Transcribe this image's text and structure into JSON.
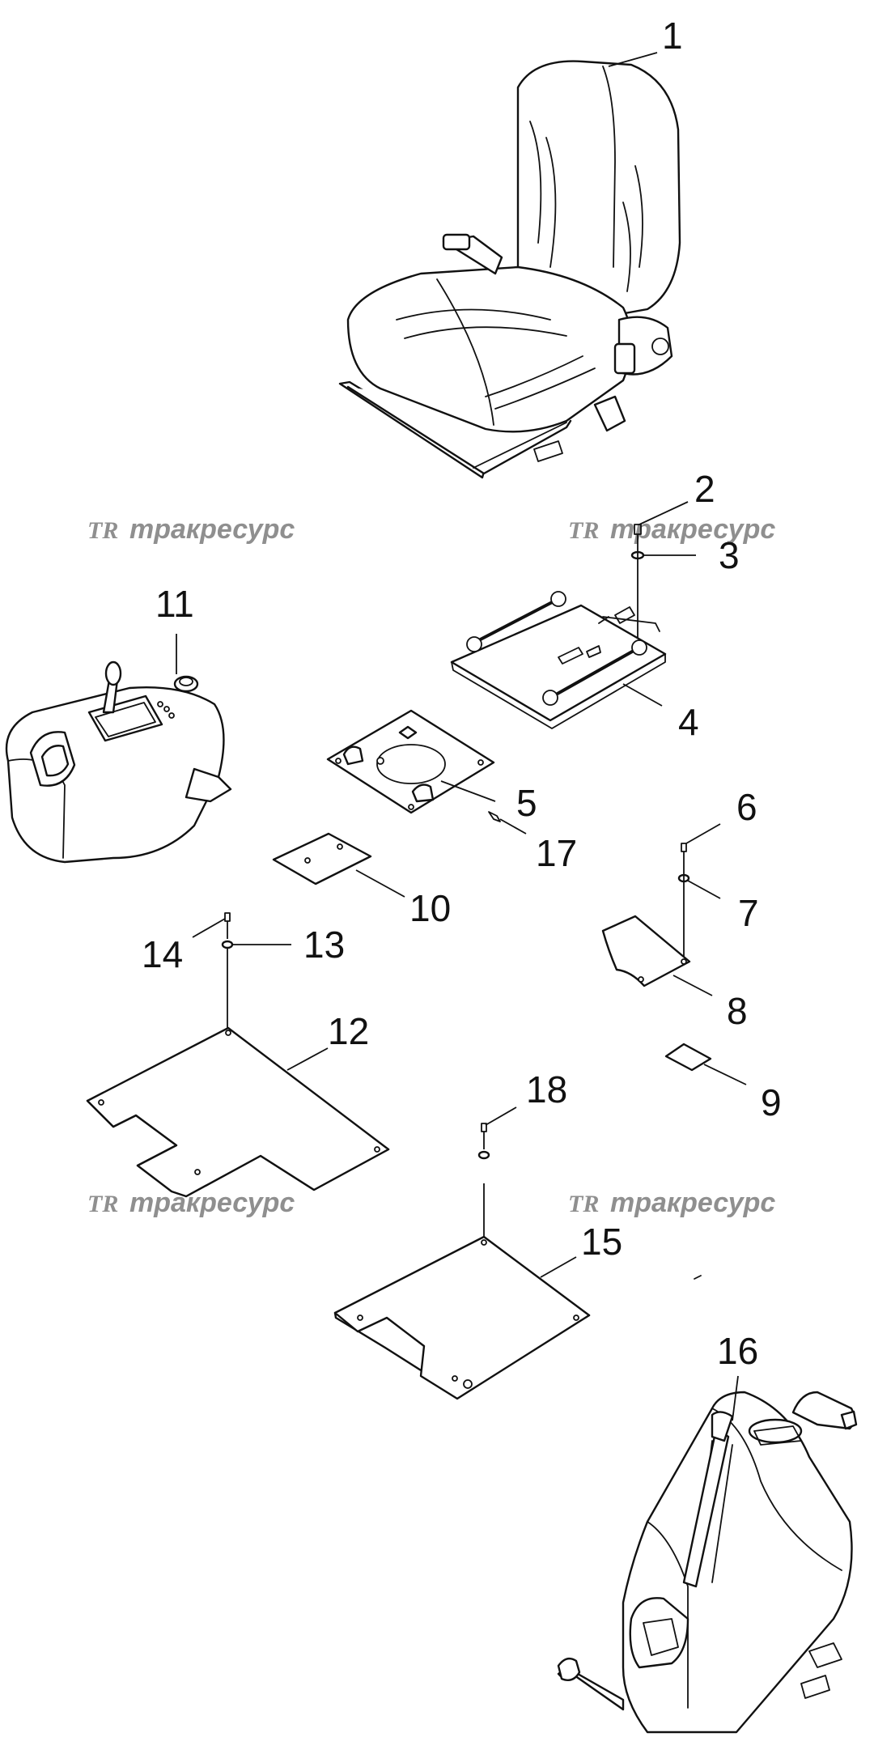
{
  "callouts": [
    "1",
    "2",
    "3",
    "4",
    "5",
    "6",
    "7",
    "8",
    "9",
    "10",
    "11",
    "12",
    "13",
    "14",
    "15",
    "16",
    "17",
    "18"
  ],
  "watermark": {
    "logo": "TR",
    "text": "тракресурс"
  }
}
